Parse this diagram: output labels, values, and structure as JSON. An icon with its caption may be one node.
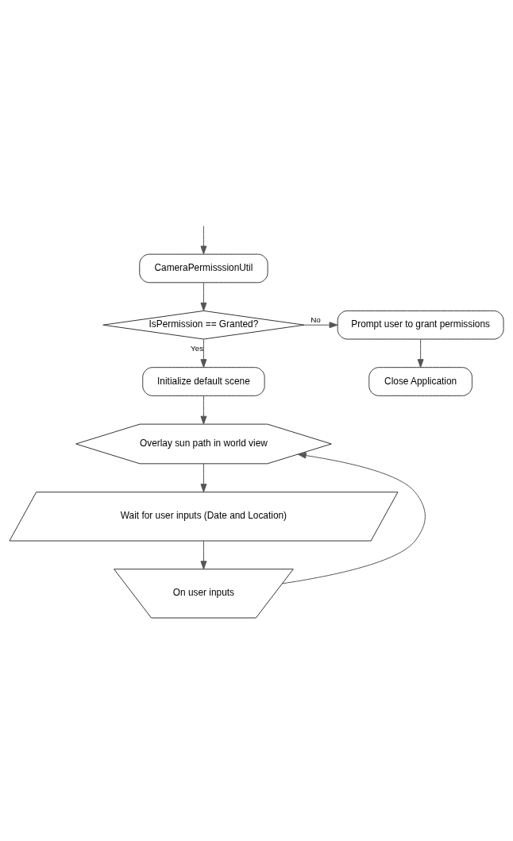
{
  "diagram": {
    "nodes": [
      {
        "text": [
          "CameraPermisssionUtil"
        ]
      },
      {
        "text": [
          "IsPermission == Granted?"
        ]
      },
      {
        "text": [
          "Prompt user to grant permissions"
        ]
      },
      {
        "text": [
          "Close Application"
        ]
      },
      {
        "text": [
          "Initialize default scene"
        ]
      },
      {
        "text": [
          "Overlay sun path in world view"
        ]
      },
      {
        "text": [
          "Wait for user inputs (Date and Location)"
        ]
      },
      {
        "text": [
          "On user inputs"
        ]
      }
    ],
    "edges": [
      {
        "from": null,
        "to": 0,
        "arrow": "to"
      },
      {
        "from": 0,
        "to": 1,
        "arrow": "to"
      },
      {
        "from": 1,
        "to": 2,
        "arrow": "to",
        "label": "No"
      },
      {
        "from": 2,
        "to": 3,
        "arrow": "to"
      },
      {
        "from": 1,
        "to": 4,
        "arrow": "to",
        "label": "Yes"
      },
      {
        "from": 4,
        "to": 5,
        "arrow": "to"
      },
      {
        "from": 5,
        "to": 6,
        "arrow": "to"
      },
      {
        "from": 6,
        "to": 7,
        "arrow": "to"
      },
      {
        "from": 7,
        "to": 5,
        "arrow": "to"
      }
    ]
  }
}
